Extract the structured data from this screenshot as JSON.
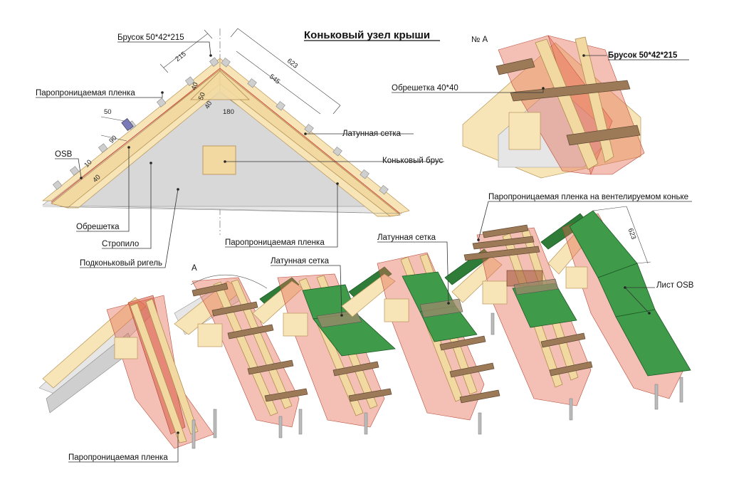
{
  "title": "Коньковый узел крыши",
  "node_ref": "№ А",
  "detail_ref": "А",
  "labels": {
    "brusok_top": "Брусок 50*42*215",
    "parop_film_1": "Паропроницаемая пленка",
    "osb": "OSB",
    "obreshetka_1": "Обрешетка",
    "stropilo": "Стропило",
    "ridge_girder": "Подконьковый ригель",
    "latun_mesh_1": "Латунная сетка",
    "ridge_beam": "Коньковый брус",
    "parop_film_2": "Паропроницаемая пленка",
    "brusok_detail": "Брусок 50*42*215",
    "obreshetka_detail": "Обрешетка 40*40",
    "latun_mesh_2": "Латунная сетка",
    "latun_mesh_3": "Латунная сетка",
    "vent_ridge_film": "Паропроницаемая пленка на вентелируемом коньке",
    "osb_sheet": "Лист OSB",
    "parop_film_bottom": "Паропроницаемая пленка"
  },
  "dimensions": {
    "d215": "215",
    "d623_top": "623",
    "d545": "545",
    "d40a": "40",
    "d50a": "50",
    "d40b": "40",
    "d180": "180",
    "d50b": "50",
    "d90": "90",
    "d10": "10",
    "d40c": "40",
    "d623_right": "623"
  },
  "colors": {
    "film": "#e46a50",
    "wood": "#f2d9a1",
    "osb": "#3f9a4a",
    "batten": "#9c7a58"
  }
}
